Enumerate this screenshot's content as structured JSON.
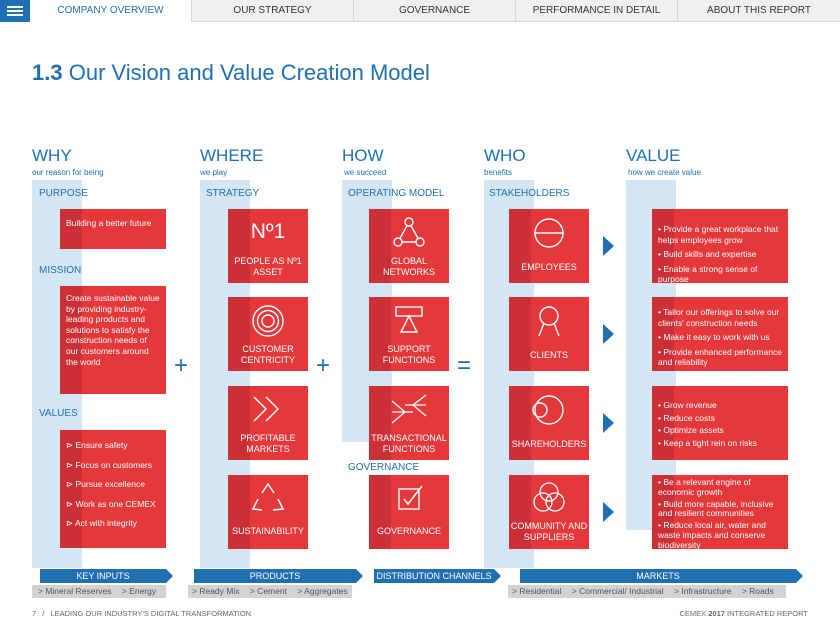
{
  "nav": {
    "tabs": [
      "COMPANY OVERVIEW",
      "OUR STRATEGY",
      "GOVERNANCE",
      "PERFORMANCE IN DETAIL",
      "ABOUT THIS REPORT"
    ]
  },
  "title": {
    "number": "1.3",
    "text": "Our Vision and Value Creation Model"
  },
  "columns": {
    "why": {
      "title": "WHY",
      "subtitle": "our reason for being"
    },
    "where": {
      "title": "WHERE",
      "subtitle": "we play"
    },
    "how": {
      "title": "HOW",
      "subtitle": "we succeed"
    },
    "who": {
      "title": "WHO",
      "subtitle": "benefits"
    },
    "value": {
      "title": "VALUE",
      "subtitle": "how we create value"
    }
  },
  "sections": {
    "purpose": "PURPOSE",
    "mission": "MISSION",
    "values": "VALUES",
    "strategy": "STRATEGY",
    "operating_model": "OPERATING MODEL",
    "governance": "GOVERNANCE",
    "stakeholders": "STAKEHOLDERS"
  },
  "purpose_text": "Building a better future",
  "mission_text": "Create sustainable value by providing industry-leading products and solutions to satisfy the construction needs of our customers around the world",
  "values_list": [
    "⊳ Ensure safety",
    "⊳ Focus on customers",
    "⊳ Pursue excellence",
    "⊳ Work as one CEMEX",
    "⊳ Act with integrity"
  ],
  "strategy": {
    "no1_mark": "Nº1",
    "people": "PEOPLE AS Nº1 ASSET",
    "customer": "CUSTOMER CENTRICITY",
    "markets": "PROFITABLE MARKETS",
    "sustainability": "SUSTAINABILITY"
  },
  "operating": {
    "global": "GLOBAL NETWORKS",
    "support": "SUPPORT FUNCTIONS",
    "transactional": "TRANSACTIONAL FUNCTIONS",
    "governance": "GOVERNANCE"
  },
  "stakeholders": {
    "employees": "EMPLOYEES",
    "clients": "CLIENTS",
    "shareholders": "SHAREHOLDERS",
    "community": "COMMUNITY AND SUPPLIERS"
  },
  "value_lists": {
    "employees": [
      "• Provide a great workplace that helps employees grow",
      "• Build skills and expertise",
      "• Enable a strong sense of purpose"
    ],
    "clients": [
      "• Tailor our offerings to solve our clients' construction needs",
      "• Make it easy to work with us",
      "• Provide enhanced performance and reliability"
    ],
    "shareholders": [
      "• Grow revenue",
      "• Reduce costs",
      "• Optimize assets",
      "• Keep a tight rein on risks"
    ],
    "community": [
      "• Be a relevant engine of economic growth",
      "• Build more capable, inclusive and resilient communities",
      "• Reduce local air, water and waste impacts and conserve biodiversity"
    ]
  },
  "operators": {
    "plus": "+",
    "equals": "="
  },
  "bottom": {
    "key_inputs": "KEY INPUTS",
    "products": "PRODUCTS",
    "distribution": "DISTRIBUTION CHANNELS",
    "markets": "MARKETS",
    "key_inputs_items": [
      "> Mineral Reserves",
      "> Energy"
    ],
    "products_items": [
      "> Ready Mix",
      "> Cement",
      "> Aggregates"
    ],
    "markets_items": [
      "> Residential",
      "> Commercial/ Industrial",
      "> Infrastructure",
      "> Roads"
    ]
  },
  "footer": {
    "page": "7",
    "sep": "/",
    "section": "LEADING OUR INDUSTRY'S DIGITAL TRANSFORMATION",
    "report_left": "CEMEX",
    "report_year": "2017",
    "report_right": "INTEGRATED REPORT"
  },
  "colors": {
    "blue": "#1f6fb2",
    "red": "#e5383b",
    "light_blue": "#d4e6f3",
    "grey": "#d3d3d3"
  }
}
